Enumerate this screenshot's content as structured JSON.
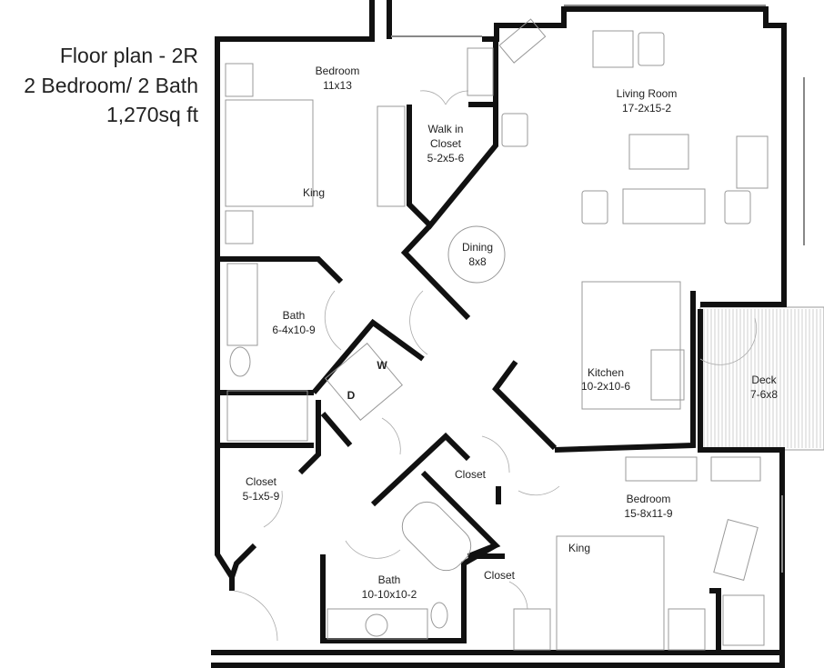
{
  "header": {
    "line1": "Floor plan - 2R",
    "line2": "2 Bedroom/ 2 Bath",
    "line3": "1,270sq ft"
  },
  "rooms": {
    "bedroom1": {
      "name": "Bedroom",
      "size": "11x13",
      "bed": "King"
    },
    "walkin": {
      "name1": "Walk in",
      "name2": "Closet",
      "size": "5-2x5-6"
    },
    "living": {
      "name": "Living Room",
      "size": "17-2x15-2"
    },
    "dining": {
      "name": "Dining",
      "size": "8x8"
    },
    "bath1": {
      "name": "Bath",
      "size": "6-4x10-9"
    },
    "laundry": {
      "washer": "W",
      "dryer": "D"
    },
    "kitchen": {
      "name": "Kitchen",
      "size": "10-2x10-6"
    },
    "deck": {
      "name": "Deck",
      "size": "7-6x8"
    },
    "closet1": {
      "name": "Closet",
      "size": "5-1x5-9"
    },
    "closet2": {
      "name": "Closet"
    },
    "bedroom2": {
      "name": "Bedroom",
      "size": "15-8x11-9",
      "bed": "King"
    },
    "closet3": {
      "name": "Closet"
    },
    "bath2": {
      "name": "Bath",
      "size": "10-10x10-2"
    }
  }
}
